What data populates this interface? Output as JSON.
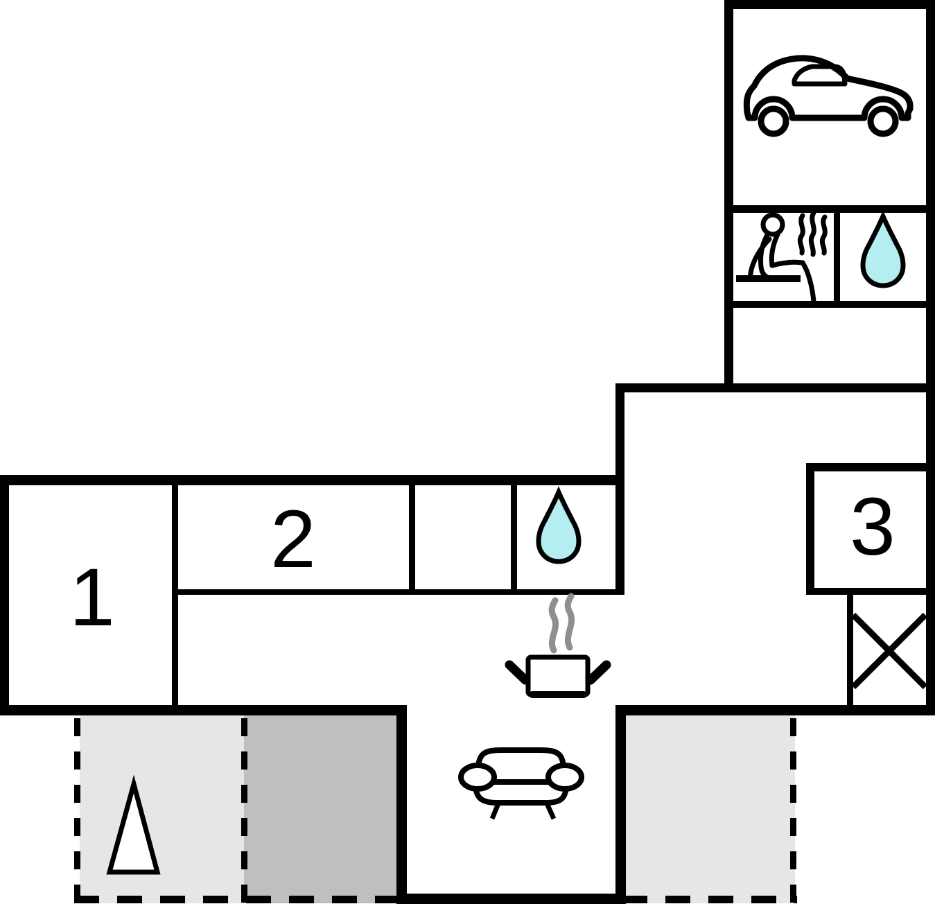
{
  "plan": {
    "type": "floor-plan",
    "rooms": [
      {
        "id": "room-1",
        "label": "1"
      },
      {
        "id": "room-2",
        "label": "2"
      },
      {
        "id": "room-3",
        "label": "3"
      }
    ],
    "icons": {
      "garage": "car-icon",
      "sauna": "sauna-icon",
      "sauna_bathroom": "water-drop-icon",
      "main_bathroom": "water-drop-icon",
      "kitchen": "cooking-pot-icon",
      "kitchen_steam": "steam-icon",
      "living_room": "sofa-icon",
      "garden": "tree-icon",
      "utility": "crossed-box-icon"
    },
    "colors": {
      "wall": "#000000",
      "background": "#ffffff",
      "water_drop_fill": "#b5eef1",
      "terrace_light": "#e6e6e6",
      "terrace_dark": "#bfbfbf",
      "steam_gray": "#8f8f8f"
    }
  }
}
